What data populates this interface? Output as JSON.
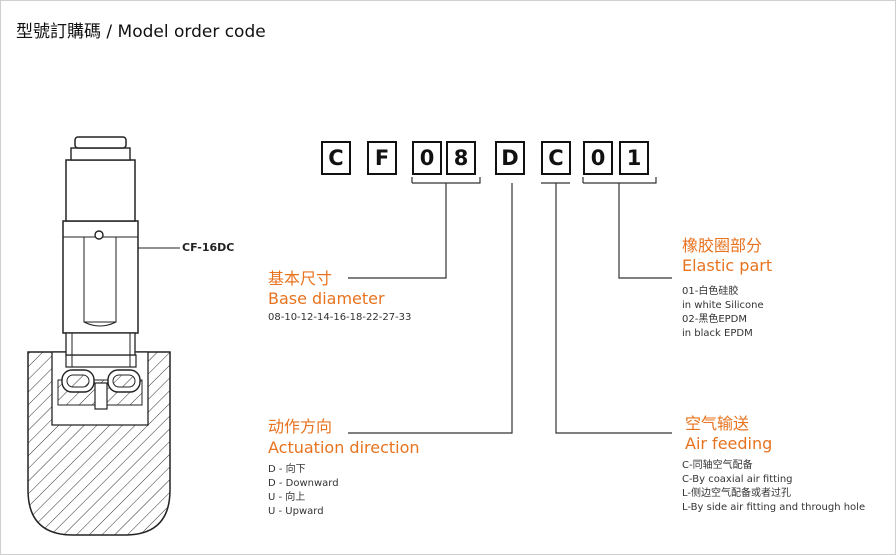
{
  "title": "型號訂購碼 / Model order code",
  "product_label": "CF-16DC",
  "code_chars": [
    "C",
    "F",
    "0",
    "8",
    "D",
    "C",
    "0",
    "1"
  ],
  "base_diameter": {
    "cn": "基本尺寸",
    "en": "Base diameter",
    "options": "08-10-12-14-16-18-22-27-33"
  },
  "actuation_direction": {
    "cn": "动作方向",
    "en": "Actuation direction",
    "options": [
      "D - 向下",
      "D - Downward",
      "U - 向上",
      "U - Upward"
    ]
  },
  "elastic_part": {
    "cn": "橡胶圈部分",
    "en": "Elastic part",
    "options": [
      "01-白色硅胶",
      "in white Silicone",
      "02-黑色EPDM",
      "in black EPDM"
    ]
  },
  "air_feeding": {
    "cn": "空气输送",
    "en": "Air feeding",
    "options": [
      "C-同轴空气配备",
      "C-By coaxial air fitting",
      "L-侧边空气配备或者过孔",
      "L-By side air fitting and through hole"
    ]
  }
}
